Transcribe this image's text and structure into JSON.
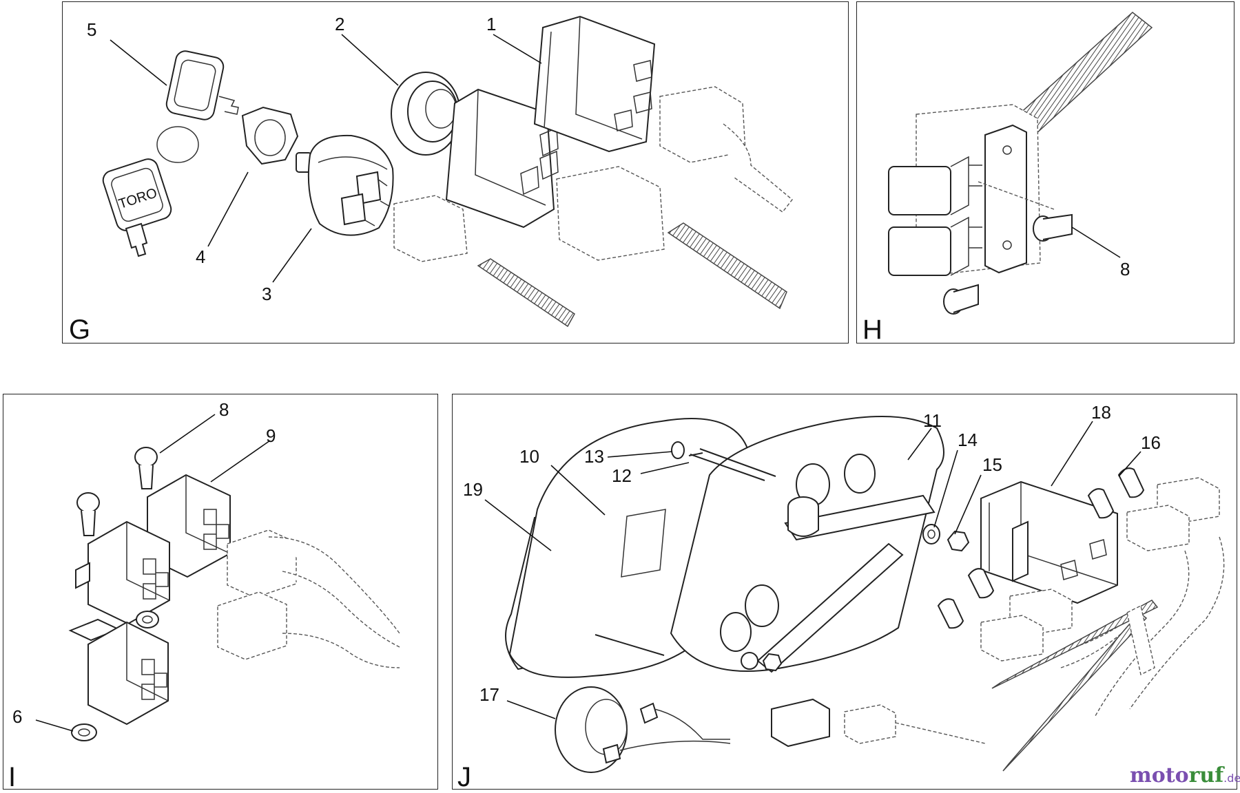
{
  "panels": {
    "G": {
      "letter": "G",
      "callouts": [
        "1",
        "2",
        "3",
        "4",
        "5"
      ],
      "key_text": "TORO"
    },
    "H": {
      "letter": "H",
      "callouts": [
        "8"
      ]
    },
    "I": {
      "letter": "I",
      "callouts": [
        "8",
        "9",
        "6"
      ]
    },
    "J": {
      "letter": "J",
      "callouts": [
        "10",
        "11",
        "12",
        "13",
        "14",
        "15",
        "16",
        "17",
        "18",
        "19"
      ]
    }
  },
  "watermark": {
    "part1": "moto",
    "part2": "ruf",
    "suffix": ".de"
  },
  "colors": {
    "line": "#222222",
    "watermark_purple": "#7a4fb0",
    "watermark_green": "#3a8d3a"
  }
}
